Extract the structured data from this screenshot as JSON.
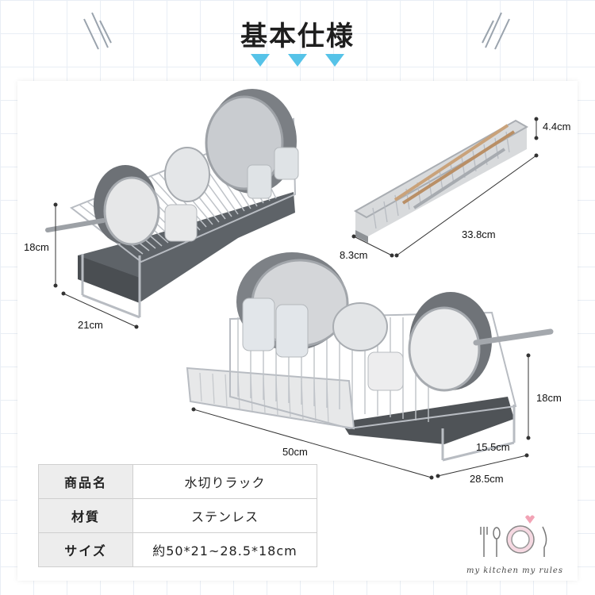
{
  "header": {
    "title": "基本仕様"
  },
  "dimensions": {
    "left_rack": {
      "height": "18cm",
      "depth": "21cm"
    },
    "cutlery_tray": {
      "height": "4.4cm",
      "width": "8.3cm",
      "length": "33.8cm"
    },
    "main_rack": {
      "length": "50cm",
      "height": "18cm",
      "depth_min": "15.5cm",
      "depth_max": "28.5cm"
    }
  },
  "spec_table": {
    "rows": [
      {
        "key": "商品名",
        "value": "水切りラック"
      },
      {
        "key": "材質",
        "value": "ステンレス"
      },
      {
        "key": "サイズ",
        "value": "約50*21~28.5*18cm"
      }
    ]
  },
  "logo": {
    "text": "my kitchen my rules"
  },
  "colors": {
    "accent_triangles": "#56c3e8",
    "grid": "#e9eef5",
    "steel": "#b8bcc2",
    "tray": "#5e6368"
  }
}
